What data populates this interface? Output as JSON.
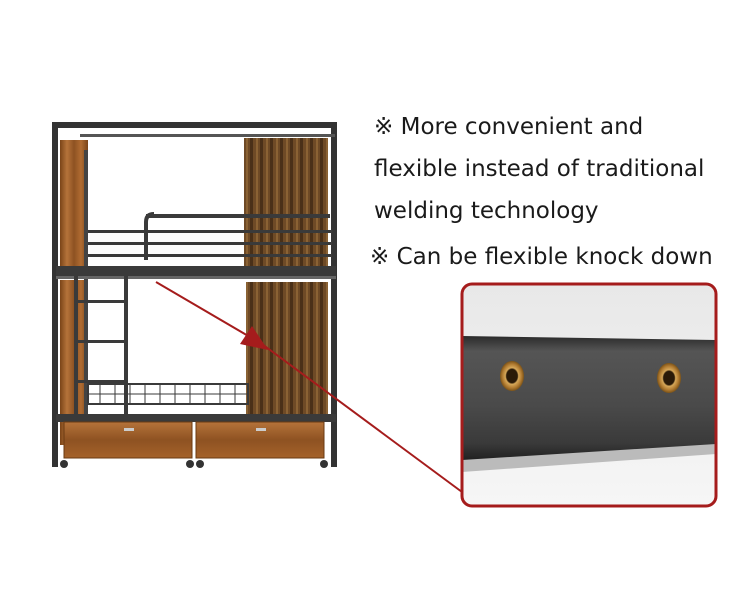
{
  "features": [
    {
      "symbol": "※",
      "lines": [
        "More convenient and",
        "flexible instead of traditional",
        "welding technology"
      ]
    },
    {
      "symbol": "※",
      "lines": [
        "Can be flexible knock down"
      ]
    }
  ],
  "colors": {
    "frame": "#3a3a3a",
    "wood": "#a5622a",
    "wood_dark": "#7a4418",
    "curtain": "#6e4a26",
    "curtain_dark": "#3f2a14",
    "callout": "#a51c1c",
    "steel": "#4a4a4a",
    "grommet": "#c8963a"
  },
  "icons": [
    "bunk-bed-illustration",
    "detail-callout-arrow",
    "zoomed-steel-tube-with-grommets"
  ]
}
